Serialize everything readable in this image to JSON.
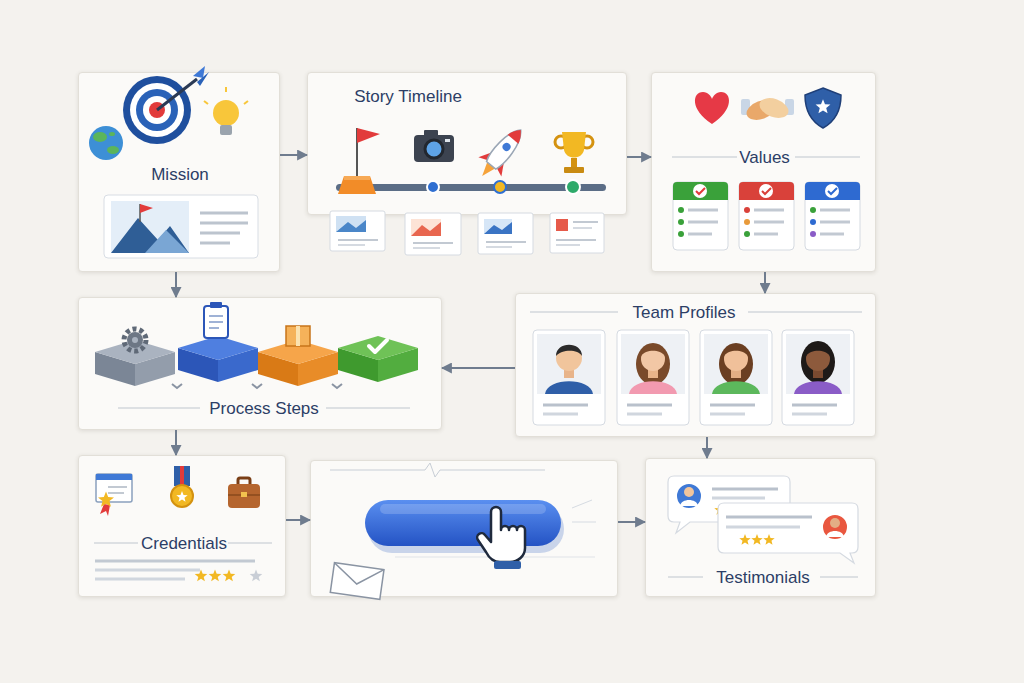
{
  "diagram": {
    "nodes": [
      {
        "text": [
          "Mission"
        ]
      },
      {
        "text": [
          "Story Timeline"
        ]
      },
      {
        "text": [
          "Values"
        ]
      },
      {
        "text": [
          "Process Steps"
        ]
      },
      {
        "text": [
          "Team Profiles"
        ]
      },
      {
        "text": [
          "Credentials"
        ]
      },
      {
        "text": []
      },
      {
        "text": [
          "Testimonials"
        ]
      }
    ],
    "edges": [
      {
        "from": 0,
        "to": 1,
        "arrow": "to"
      },
      {
        "from": 1,
        "to": 2,
        "arrow": "to"
      },
      {
        "from": 2,
        "to": 4,
        "arrow": "to"
      },
      {
        "from": 4,
        "to": 3,
        "arrow": "to"
      },
      {
        "from": 0,
        "to": 3,
        "arrow": "to"
      },
      {
        "from": 3,
        "to": 5,
        "arrow": "to"
      },
      {
        "from": 4,
        "to": 7,
        "arrow": "to"
      },
      {
        "from": 5,
        "to": 6,
        "arrow": "to"
      },
      {
        "from": 6,
        "to": 7,
        "arrow": "to"
      }
    ]
  }
}
